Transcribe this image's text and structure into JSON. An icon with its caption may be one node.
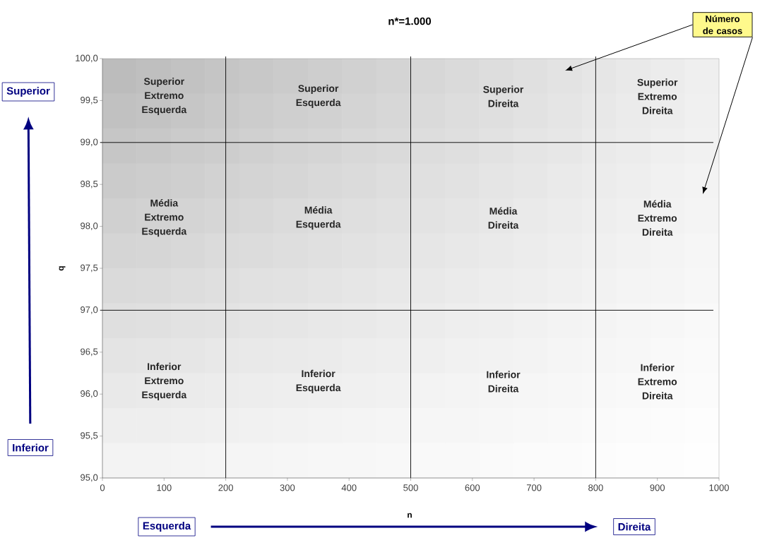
{
  "diagram": {
    "title": "n*=1.000",
    "nodes": [
      {
        "text": [
          "Superior Extremo Esquerda"
        ]
      },
      {
        "text": [
          "Superior Esquerda"
        ]
      },
      {
        "text": [
          "Superior Direita"
        ]
      },
      {
        "text": [
          "Superior Extremo Direita"
        ]
      },
      {
        "text": [
          "Média Extremo Esquerda"
        ]
      },
      {
        "text": [
          "Média Esquerda"
        ]
      },
      {
        "text": [
          "Média Direita"
        ]
      },
      {
        "text": [
          "Média Extremo Direita"
        ]
      },
      {
        "text": [
          "Inferior Extremo Esquerda"
        ]
      },
      {
        "text": [
          "Inferior Esquerda"
        ]
      },
      {
        "text": [
          "Inferior Direita"
        ]
      },
      {
        "text": [
          "Inferior Extremo Direita"
        ]
      },
      {
        "text": [
          "Número de casos"
        ]
      },
      {
        "text": [
          "Superior"
        ]
      },
      {
        "text": [
          "Inferior"
        ]
      },
      {
        "text": [
          "Esquerda"
        ]
      },
      {
        "text": [
          "Direita"
        ]
      }
    ],
    "edges": [
      {
        "from": 12,
        "to": null,
        "arrow": "to"
      },
      {
        "from": 12,
        "to": null,
        "arrow": "to"
      },
      {
        "from": 14,
        "to": 13,
        "arrow": "to",
        "style": "thick",
        "color": "#000080"
      },
      {
        "from": 15,
        "to": 16,
        "arrow": "to",
        "style": "thick",
        "color": "#000080"
      }
    ],
    "labels": [
      "100,0",
      "99,5",
      "99,0",
      "98,5",
      "98,0",
      "97,5",
      "97,0",
      "96,5",
      "96,0",
      "95,5",
      "95,0",
      "q",
      "0",
      "100",
      "200",
      "300",
      "400",
      "500",
      "600",
      "700",
      "800",
      "900",
      "1000",
      "n"
    ]
  }
}
